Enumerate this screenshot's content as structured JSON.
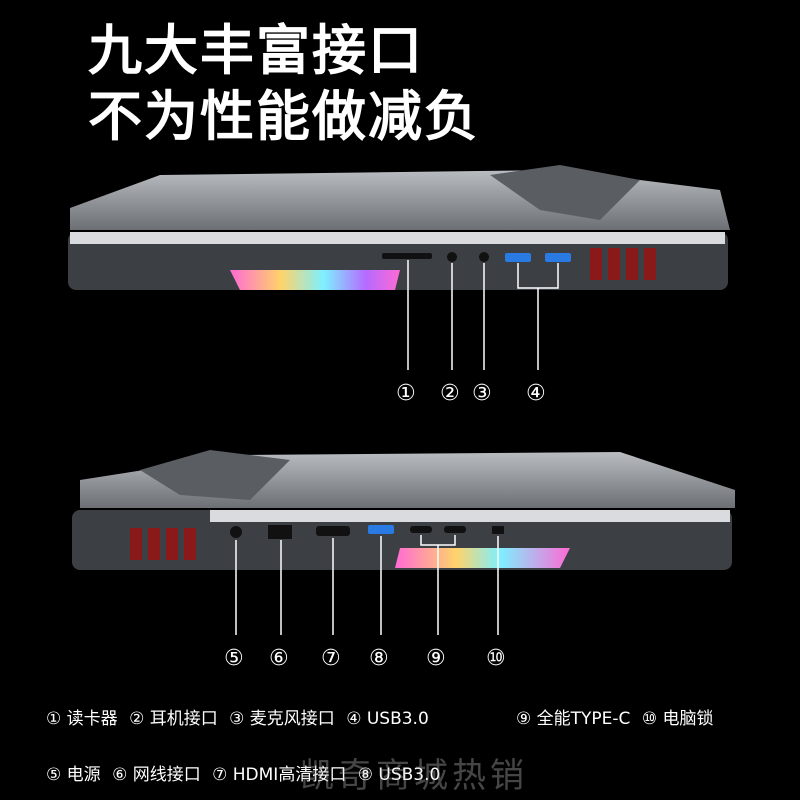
{
  "headline": {
    "line1": "九大丰富接口",
    "line2": "不为性能做减负"
  },
  "ports_top": {
    "markers": [
      "①",
      "②",
      "③",
      "④"
    ]
  },
  "ports_bottom": {
    "markers": [
      "⑤",
      "⑥",
      "⑦",
      "⑧",
      "⑨",
      "⑩"
    ]
  },
  "legend": {
    "row1": [
      "① 读卡器",
      "② 耳机接口",
      "③ 麦克风接口",
      "④ USB3.0"
    ],
    "row1b": [
      "⑨ 全能TYPE-C",
      "⑩ 电脑锁"
    ],
    "row2": [
      "⑤ 电源",
      "⑥ 网线接口",
      "⑦ HDMI高清接口",
      "⑧ USB3.0"
    ]
  },
  "watermark": "凯奇商城热销",
  "colors": {
    "background": "#000000",
    "chassis": "#8a8e93",
    "usb_blue": "#2a7ae4",
    "vent_red": "#8a1a1a"
  }
}
